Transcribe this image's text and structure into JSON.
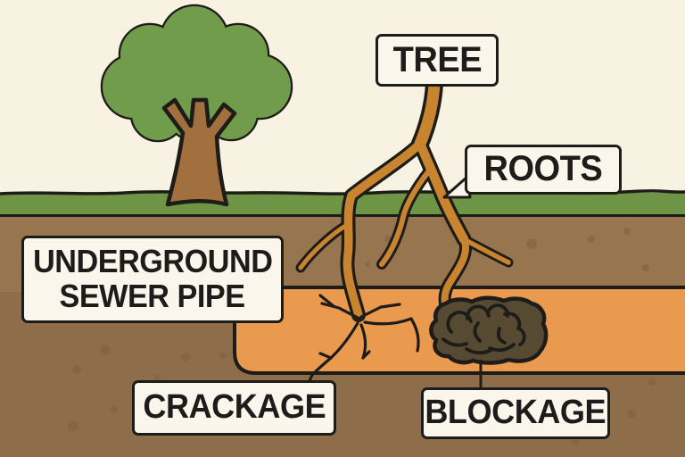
{
  "diagram": {
    "description": "Cartoon cross-section showing tree roots growing into an underground sewer pipe causing crackage and blockage",
    "labels": {
      "tree": "TREE",
      "roots": "ROOTS",
      "pipe_line1": "UNDERGROUND",
      "pipe_line2": "SEWER PIPE",
      "crackage": "CRACKAGE",
      "blockage": "BLOCKAGE"
    },
    "colors": {
      "sky": "#f7f2e2",
      "grass": "#6e9546",
      "canopy": "#719c4b",
      "trunk": "#a26f3e",
      "soil_upper": "#97764f",
      "soil_lower": "#8e6e4a",
      "soil_speckle": "#7a5c3d",
      "pipe": "#ea9a4f",
      "root": "#c8842f",
      "blockage_blob": "#564b32",
      "outline": "#1e1c19",
      "label_bg": "#faf6eb",
      "label_text": "#1d1c1a"
    }
  }
}
